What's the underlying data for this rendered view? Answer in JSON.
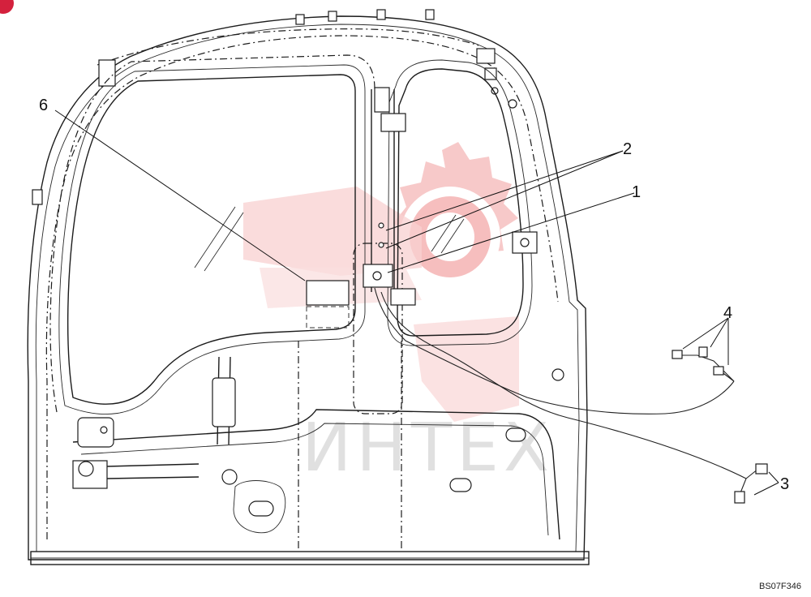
{
  "callouts": [
    {
      "id": "c1",
      "text": "1"
    },
    {
      "id": "c2",
      "text": "2"
    },
    {
      "id": "c3",
      "text": "3"
    },
    {
      "id": "c4",
      "text": "4"
    },
    {
      "id": "c6",
      "text": "6"
    }
  ],
  "figure_code": "BS07F346",
  "watermark": {
    "text": "ИНТЕХ",
    "color": "#f3b6b6"
  },
  "colors": {
    "line": "#1c1c1c",
    "watermark_logo": "#f3b6b6",
    "corner_badge": "#d4213d"
  }
}
